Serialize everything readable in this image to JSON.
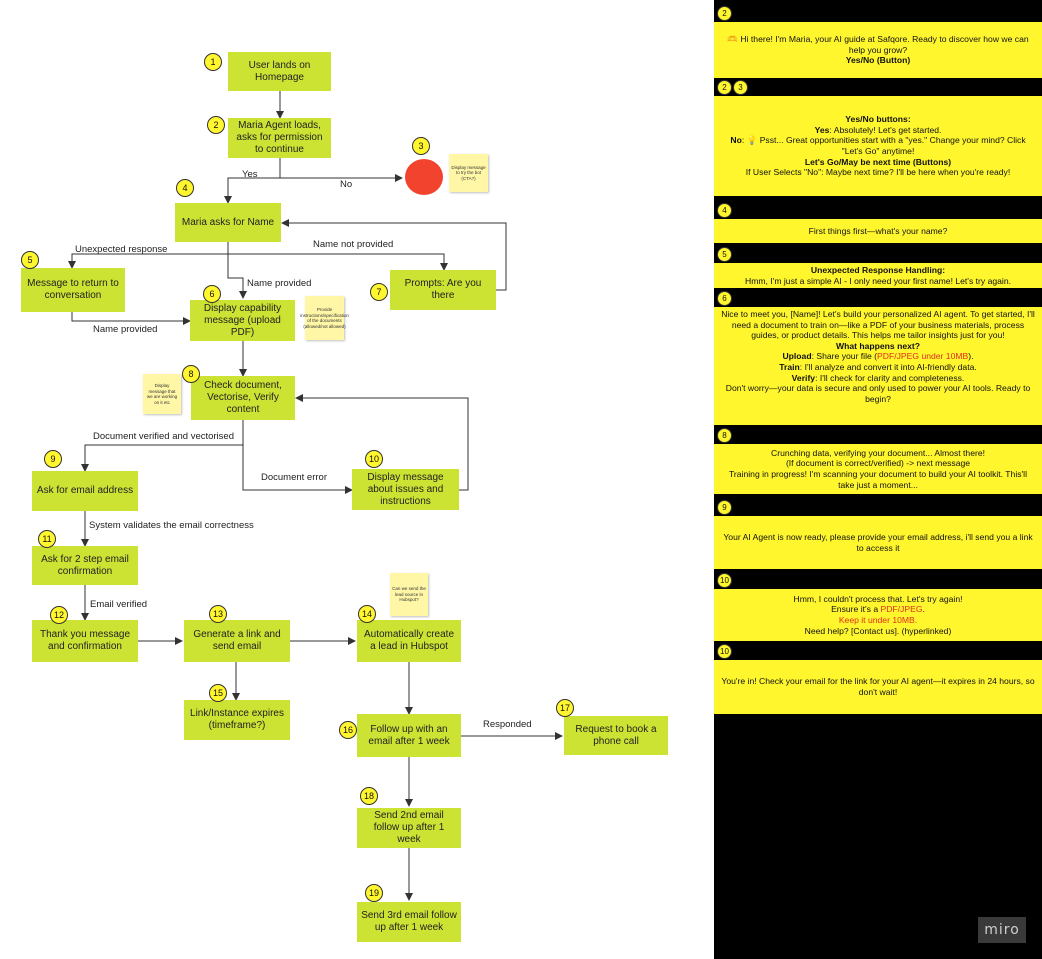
{
  "flow": {
    "nodes": {
      "n1": "User lands on Homepage",
      "n2": "Maria Agent loads, asks for permission to continue",
      "n4": "Maria asks for Name",
      "n5": "Message to return to conversation",
      "n6": "Display capability message (upload PDF)",
      "n7": "Prompts: Are you there",
      "n8": "Check document, Vectorise, Verify content",
      "n9": "Ask for email address",
      "n10": "Display message about issues and instructions",
      "n11": "Ask for 2 step email confirmation",
      "n12": "Thank you message and confirmation",
      "n13": "Generate a link and send email",
      "n14": "Automatically create a lead in Hubspot",
      "n15": "Link/Instance expires (timeframe?)",
      "n16": "Follow up with an email after 1 week",
      "n17": "Request to book a phone call",
      "n18": "Send 2nd email follow up after 1 week",
      "n19": "Send 3rd email follow up after 1 week"
    },
    "numbers": {
      "b1": "1",
      "b2": "2",
      "b3": "3",
      "b4": "4",
      "b5": "5",
      "b6": "6",
      "b7": "7",
      "b8": "8",
      "b9": "9",
      "b10": "10",
      "b11": "11",
      "b12": "12",
      "b13": "13",
      "b14": "14",
      "b15": "15",
      "b16": "16",
      "b17": "17",
      "b18": "18",
      "b19": "19"
    },
    "edge_labels": {
      "yes": "Yes",
      "no": "No",
      "unexpected": "Unexpected response",
      "name_not_provided": "Name not provided",
      "name_provided_6": "Name provided",
      "name_provided_5": "Name provided",
      "doc_verified": "Document verified and vectorised",
      "doc_error": "Document error",
      "validates": "System validates the email correctness",
      "email_verified": "Email verified",
      "responded": "Responded"
    },
    "stickies": {
      "s3": "Display message to try the bot (CTA?)",
      "s6": "Provide instructions/specification of the documents (allowed/not allowed)",
      "s8": "Display message that we are working on it etc",
      "s14": "Can we send the lead source in Hubspot?"
    },
    "colors": {
      "box": "#cce333",
      "badge": "#fff62e",
      "stop": "#f2432e",
      "sticky": "#fff6a6",
      "panel": "#000000",
      "card": "#fff62e"
    }
  },
  "panel": {
    "c1": {
      "n": [
        "2"
      ],
      "lines": [
        "🫶 Hi there! I'm Maria, your AI guide at Safqore. Ready to discover how we can help you grow?"
      ],
      "bold": "Yes/No (Button)"
    },
    "c2": {
      "n": [
        "2",
        "3"
      ],
      "h1": "Yes/No buttons:",
      "yes_k": "Yes",
      "yes_v": ": Absolutely! Let's get started.",
      "no_k": "No",
      "no_v": ": 💡 Psst... Great opportunities start with a \"yes.\" Change your mind? Click \"Let's Go\" anytime!",
      "h2": "Let's Go/May be next time (Buttons)",
      "last": "If User Selects \"No\": Maybe next time? I'll be here when you're ready!"
    },
    "c3": {
      "n": [
        "4"
      ],
      "text": "First things first—what's your name?"
    },
    "c4": {
      "n": [
        "5"
      ],
      "h": "Unexpected Response Handling:",
      "text": "Hmm, I'm just a simple AI - I only need your first name! Let's try again."
    },
    "c5": {
      "n": [
        "6"
      ],
      "intro": "Nice to meet you, [Name]! Let's build your personalized AI agent. To get started, I'll need a document to train on—like a PDF of your business materials, process guides, or product details. This helps me tailor insights just for you!",
      "h": "What happens next?",
      "up_k": "Upload",
      "up_v": ": Share your file (",
      "up_r": "PDF/JPEG under 10MB",
      "up_e": ").",
      "tr_k": "Train",
      "tr_v": ": I'll analyze and convert it into AI-friendly data.",
      "ve_k": "Verify",
      "ve_v": ": I'll check for clarity and completeness.",
      "end": "Don't worry—your data is secure and only used to power your AI tools. Ready to begin?"
    },
    "c6": {
      "n": [
        "8"
      ],
      "l1": "Crunching data, verifying your document... Almost there!",
      "l2": "(If document is correct/verified) -> next message",
      "l3": "Training in progress! I'm scanning your document to build your AI toolkit. This'll take just a moment..."
    },
    "c7": {
      "n": [
        "9"
      ],
      "text": "Your AI Agent is now ready, please provide your email address, i'll send you a link to access it"
    },
    "c8": {
      "n": [
        "10"
      ],
      "l1": "Hmm, I couldn't process that. Let's try again!",
      "l2a": "Ensure it's a ",
      "l2r": "PDF/JPEG",
      "l2b": ".",
      "l3": "Keep it under 10MB.",
      "l4": "Need help? [Contact us]. (hyperlinked)"
    },
    "c9": {
      "n": [
        "10"
      ],
      "text": "You're in! Check your email for the link for your AI agent—it expires in 24 hours, so don't wait!"
    }
  },
  "watermark": "miro"
}
